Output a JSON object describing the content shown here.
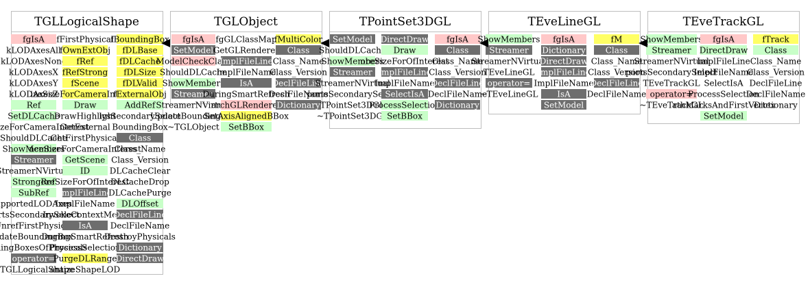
{
  "style": {
    "colors": {
      "pink": "#ffc8c8",
      "green": "#c8ffc8",
      "yellow": "#ffff64",
      "gray": "#6e6e6e"
    }
  },
  "classes": [
    {
      "id": "tgllogicalshape",
      "title": "TGLLogicalShape",
      "inherits_arrow": false,
      "columns": [
        {
          "cells": [
            {
              "text": "fgIsA",
              "color": "pink"
            },
            {
              "text": "kLODAxesAll",
              "color": "white"
            },
            {
              "text": "kLODAxesNone",
              "color": "white"
            },
            {
              "text": "kLODAxesX",
              "color": "white"
            },
            {
              "text": "kLODAxesY",
              "color": "white"
            },
            {
              "text": "kLODAxesZ",
              "color": "white"
            },
            {
              "text": "Ref",
              "color": "green"
            },
            {
              "text": "SetDLCache",
              "color": "green"
            },
            {
              "text": "oreSizeForCameraInterest",
              "color": "white"
            },
            {
              "text": "ShouldDLCache",
              "color": "white"
            },
            {
              "text": "ShowMembers",
              "color": "green"
            },
            {
              "text": "Streamer",
              "color": "gray"
            },
            {
              "text": "StreamerNVirtual",
              "color": "white"
            },
            {
              "text": "StrongRef",
              "color": "green"
            },
            {
              "text": "SubRef",
              "color": "green"
            },
            {
              "text": "upportedLODAxes",
              "color": "white"
            },
            {
              "text": "portsSecondarySelect",
              "color": "white"
            },
            {
              "text": "UnrefFirstPhysical",
              "color": "white"
            },
            {
              "text": "pdateBoundingBox",
              "color": "white"
            },
            {
              "text": "oundingBoxesOfPhysicals",
              "color": "white"
            },
            {
              "text": "operator=",
              "color": "gray"
            },
            {
              "text": "~TGLLogicalShape",
              "color": "white"
            }
          ]
        },
        {
          "cells": [
            {
              "text": "fFirstPhysical",
              "color": "white"
            },
            {
              "text": "fOwnExtObj",
              "color": "yellow"
            },
            {
              "text": "fRef",
              "color": "yellow"
            },
            {
              "text": "fRefStrong",
              "color": "yellow"
            },
            {
              "text": "fScene",
              "color": "yellow"
            },
            {
              "text": "izeSizeForCameraInterest",
              "color": "yellow"
            },
            {
              "text": "Draw",
              "color": "green"
            },
            {
              "text": "DrawHighlight",
              "color": "white"
            },
            {
              "text": "GetExternal",
              "color": "white"
            },
            {
              "text": "GetFirstPhysical",
              "color": "white"
            },
            {
              "text": "nceSizeForCameraInterest",
              "color": "white"
            },
            {
              "text": "GetScene",
              "color": "green"
            },
            {
              "text": "ID",
              "color": "green"
            },
            {
              "text": "oreSizeForOfInterest",
              "color": "white"
            },
            {
              "text": "ImplFileLine",
              "color": "gray"
            },
            {
              "text": "ImplFileName",
              "color": "white"
            },
            {
              "text": "InvokeContextMenu",
              "color": "white"
            },
            {
              "text": "IsA",
              "color": "gray"
            },
            {
              "text": "DuringSmartRefresh",
              "color": "white"
            },
            {
              "text": "ProcessSelection",
              "color": "white"
            },
            {
              "text": "PurgeDLRange",
              "color": "yellow"
            },
            {
              "text": "antizeShapeLOD",
              "color": "white"
            }
          ]
        },
        {
          "cells": [
            {
              "text": "fBoundingBox",
              "color": "yellow"
            },
            {
              "text": "fDLBase",
              "color": "yellow"
            },
            {
              "text": "fDLCache",
              "color": "yellow"
            },
            {
              "text": "fDLSize",
              "color": "yellow"
            },
            {
              "text": "fDLValid",
              "color": "yellow"
            },
            {
              "text": "fExternalObj",
              "color": "yellow"
            },
            {
              "text": "AddRef",
              "color": "green"
            },
            {
              "text": "lysSecondarySelect",
              "color": "white"
            },
            {
              "text": "BoundingBox",
              "color": "white"
            },
            {
              "text": "Class",
              "color": "gray"
            },
            {
              "text": "Class_Name",
              "color": "white"
            },
            {
              "text": "Class_Version",
              "color": "white"
            },
            {
              "text": "DLCacheClear",
              "color": "white"
            },
            {
              "text": "DLCacheDrop",
              "color": "white"
            },
            {
              "text": "DLCachePurge",
              "color": "white"
            },
            {
              "text": "DLOffset",
              "color": "green"
            },
            {
              "text": "DeclFileLine",
              "color": "gray"
            },
            {
              "text": "DeclFileName",
              "color": "white"
            },
            {
              "text": "DestroyPhysicals",
              "color": "white"
            },
            {
              "text": "Dictionary",
              "color": "gray"
            },
            {
              "text": "DirectDraw",
              "color": "gray"
            }
          ]
        }
      ]
    },
    {
      "id": "tglobject",
      "title": "TGLObject",
      "inherits_arrow": true,
      "columns": [
        {
          "cells": [
            {
              "text": "fgIsA",
              "color": "pink"
            },
            {
              "text": "SetModel",
              "color": "gray"
            },
            {
              "text": "ModelCheckClass",
              "color": "pink"
            },
            {
              "text": "ShouldDLCache",
              "color": "white"
            },
            {
              "text": "ShowMembers",
              "color": "green"
            },
            {
              "text": "Streamer",
              "color": "gray"
            },
            {
              "text": "StreamerNVirtual",
              "color": "white"
            },
            {
              "text": "UpdateBoundingBox",
              "color": "white"
            },
            {
              "text": "~TGLObject",
              "color": "white"
            }
          ]
        },
        {
          "cells": [
            {
              "text": "fgGLClassMap",
              "color": "white"
            },
            {
              "text": "GetGLRenderer",
              "color": "white"
            },
            {
              "text": "ImplFileLine",
              "color": "gray"
            },
            {
              "text": "ImplFileName",
              "color": "white"
            },
            {
              "text": "IsA",
              "color": "gray"
            },
            {
              "text": "DuringSmartRefresh",
              "color": "white"
            },
            {
              "text": "archGLRenderer",
              "color": "pink"
            },
            {
              "text": "SetAxisAlignedBBox",
              "color": "yellow"
            },
            {
              "text": "SetBBox",
              "color": "green"
            }
          ]
        },
        {
          "cells": [
            {
              "text": "fMultiColor",
              "color": "yellow"
            },
            {
              "text": "Class",
              "color": "gray"
            },
            {
              "text": "Class_Name",
              "color": "white"
            },
            {
              "text": "Class_Version",
              "color": "white"
            },
            {
              "text": "DeclFileLine",
              "color": "gray"
            },
            {
              "text": "DeclFileName",
              "color": "white"
            },
            {
              "text": "Dictionary",
              "color": "gray"
            }
          ]
        }
      ]
    },
    {
      "id": "tpointset3dgl",
      "title": "TPointSet3DGL",
      "inherits_arrow": true,
      "columns": [
        {
          "cells": [
            {
              "text": "SetModel",
              "color": "gray"
            },
            {
              "text": "ShouldDLCache",
              "color": "white"
            },
            {
              "text": "ShowMembers",
              "color": "green"
            },
            {
              "text": "Streamer",
              "color": "gray"
            },
            {
              "text": "StreamerNVirtual",
              "color": "white"
            },
            {
              "text": "portsSecondarySelect",
              "color": "white"
            },
            {
              "text": "TPointSet3DGL",
              "color": "white"
            },
            {
              "text": "~TPointSet3DGL",
              "color": "white"
            }
          ]
        },
        {
          "cells": [
            {
              "text": "DirectDraw",
              "color": "gray"
            },
            {
              "text": "Draw",
              "color": "green"
            },
            {
              "text": "oreSizeForOfInterest",
              "color": "white"
            },
            {
              "text": "ImplFileLine",
              "color": "gray"
            },
            {
              "text": "ImplFileName",
              "color": "white"
            },
            {
              "text": "SelectIsA",
              "color": "gray"
            },
            {
              "text": "ProcessSelection",
              "color": "green"
            },
            {
              "text": "SetBBox",
              "color": "green"
            }
          ]
        },
        {
          "cells": [
            {
              "text": "fgIsA",
              "color": "pink"
            },
            {
              "text": "Class",
              "color": "gray"
            },
            {
              "text": "Class_Name",
              "color": "white"
            },
            {
              "text": "Class_Version",
              "color": "white"
            },
            {
              "text": "DeclFileLine",
              "color": "gray"
            },
            {
              "text": "DeclFileName",
              "color": "white"
            },
            {
              "text": "Dictionary",
              "color": "gray"
            }
          ]
        }
      ]
    },
    {
      "id": "tevelinegl",
      "title": "TEveLineGL",
      "inherits_arrow": true,
      "columns": [
        {
          "cells": [
            {
              "text": "ShowMembers",
              "color": "green"
            },
            {
              "text": "Streamer",
              "color": "gray"
            },
            {
              "text": "StreamerNVirtual",
              "color": "white"
            },
            {
              "text": "TEveLineGL",
              "color": "white"
            },
            {
              "text": "operator=",
              "color": "gray"
            },
            {
              "text": "~TEveLineGL",
              "color": "white"
            }
          ]
        },
        {
          "cells": [
            {
              "text": "fgIsA",
              "color": "pink"
            },
            {
              "text": "Dictionary",
              "color": "gray"
            },
            {
              "text": "DirectDraw",
              "color": "gray"
            },
            {
              "text": "ImplFileLine",
              "color": "gray"
            },
            {
              "text": "ImplFileName",
              "color": "white"
            },
            {
              "text": "IsA",
              "color": "gray"
            },
            {
              "text": "SetModel",
              "color": "gray"
            }
          ]
        },
        {
          "cells": [
            {
              "text": "fM",
              "color": "yellow"
            },
            {
              "text": "Class",
              "color": "gray"
            },
            {
              "text": "Class_Name",
              "color": "white"
            },
            {
              "text": "Class_Version",
              "color": "white"
            },
            {
              "text": "DeclFileLine",
              "color": "gray"
            },
            {
              "text": "DeclFileName",
              "color": "white"
            }
          ]
        }
      ]
    },
    {
      "id": "tevetrackgl",
      "title": "TEveTrackGL",
      "inherits_arrow": true,
      "columns": [
        {
          "cells": [
            {
              "text": "ShowMembers",
              "color": "green"
            },
            {
              "text": "Streamer",
              "color": "green"
            },
            {
              "text": "StreamerNVirtual",
              "color": "white"
            },
            {
              "text": "portsSecondarySelect",
              "color": "white"
            },
            {
              "text": "TEveTrackGL",
              "color": "white"
            },
            {
              "text": "operator=",
              "color": "pink"
            },
            {
              "text": "~TEveTrackGL",
              "color": "white"
            }
          ]
        },
        {
          "cells": [
            {
              "text": "fgIsA",
              "color": "pink"
            },
            {
              "text": "DirectDraw",
              "color": "green"
            },
            {
              "text": "ImplFileLine",
              "color": "white"
            },
            {
              "text": "ImplFileName",
              "color": "white"
            },
            {
              "text": "SelectIsA",
              "color": "white"
            },
            {
              "text": "ProcessSelection",
              "color": "white"
            },
            {
              "text": "athMarksAndFirstVertex",
              "color": "white"
            },
            {
              "text": "SetModel",
              "color": "green"
            }
          ]
        },
        {
          "cells": [
            {
              "text": "fTrack",
              "color": "yellow"
            },
            {
              "text": "Class",
              "color": "green"
            },
            {
              "text": "Class_Name",
              "color": "white"
            },
            {
              "text": "Class_Version",
              "color": "white"
            },
            {
              "text": "DeclFileLine",
              "color": "white"
            },
            {
              "text": "DeclFileName",
              "color": "white"
            },
            {
              "text": "Dictionary",
              "color": "white"
            }
          ]
        }
      ]
    }
  ]
}
